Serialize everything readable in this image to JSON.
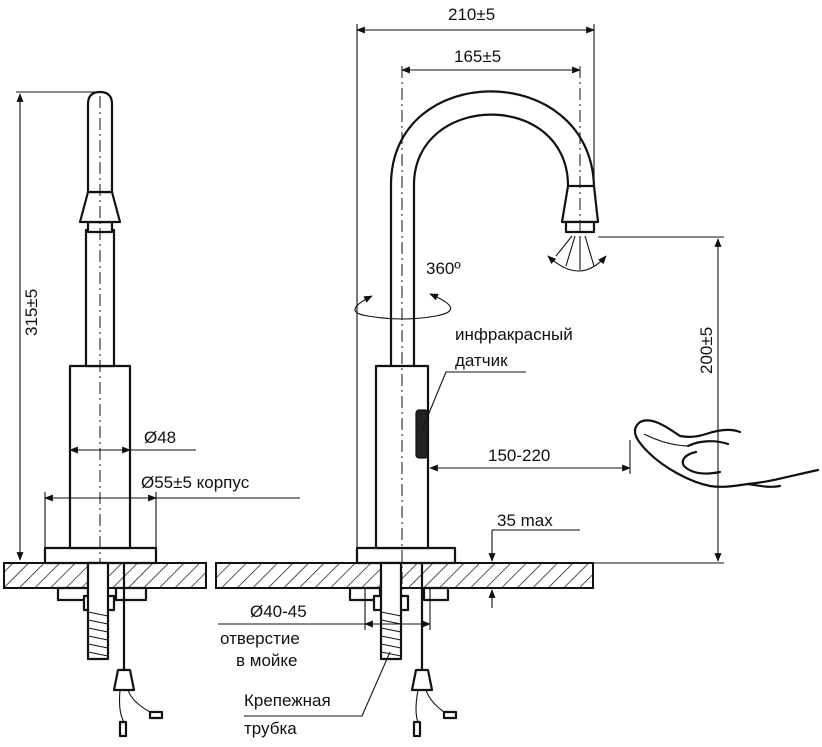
{
  "labels": {
    "height_total": "315±5",
    "width_outer": "210±5",
    "width_spout": "165±5",
    "rotation": "360º",
    "sensor_line1": "инфракрасный",
    "sensor_line2": "датчик",
    "height_spout": "200±5",
    "diameter_body": "Ø48",
    "diameter_housing": "Ø55±5 корпус",
    "sensor_range": "150-220",
    "counter_max": "35 max",
    "hole_diameter": "Ø40-45",
    "hole_line1": "отверстие",
    "hole_line2": "в мойке",
    "tube_line1": "Крепежная",
    "tube_line2": "трубка"
  }
}
